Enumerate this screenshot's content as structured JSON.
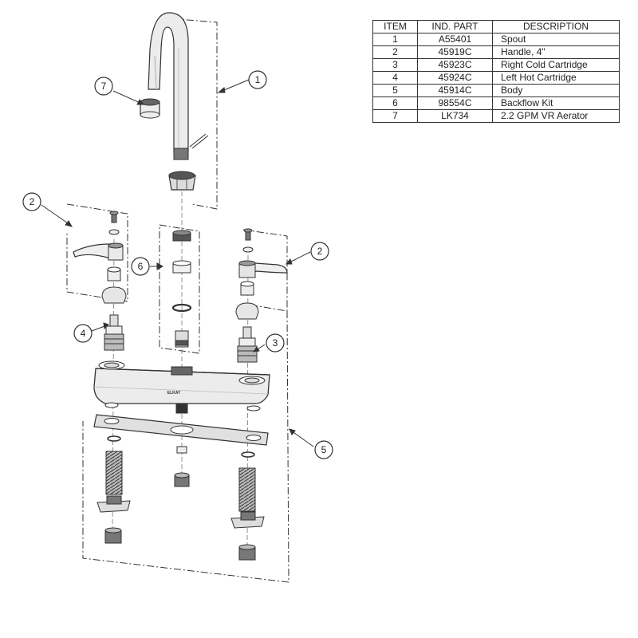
{
  "table": {
    "headers": {
      "item": "ITEM",
      "part": "IND. PART",
      "description": "DESCRIPTION"
    },
    "rows": [
      {
        "item": "1",
        "part": "A55401",
        "description": "Spout"
      },
      {
        "item": "2",
        "part": "45919C",
        "description": "Handle, 4\""
      },
      {
        "item": "3",
        "part": "45923C",
        "description": "Right Cold Cartridge"
      },
      {
        "item": "4",
        "part": "45924C",
        "description": "Left Hot Cartridge"
      },
      {
        "item": "5",
        "part": "45914C",
        "description": "Body"
      },
      {
        "item": "6",
        "part": "98554C",
        "description": "Backflow Kit"
      },
      {
        "item": "7",
        "part": "LK734",
        "description": "2.2 GPM VR Aerator"
      }
    ]
  },
  "callouts": {
    "spout": "1",
    "handle_left": "2",
    "handle_right": "2",
    "right_cartridge": "3",
    "left_cartridge": "4",
    "body": "5",
    "backflow_kit": "6",
    "aerator": "7"
  },
  "body_logo": "ELKAY"
}
